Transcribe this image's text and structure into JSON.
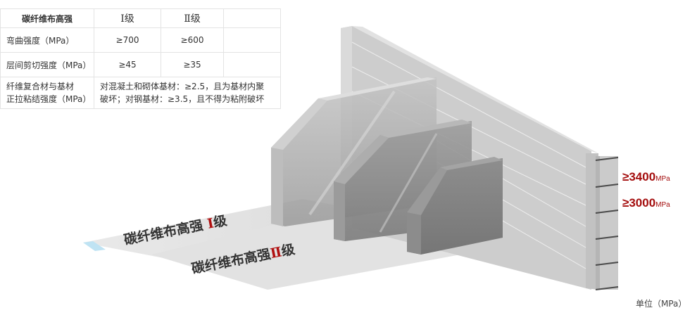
{
  "table": {
    "header": {
      "title": "碳纤维布高强",
      "grade1": "Ⅰ级",
      "grade2": "Ⅱ级",
      "extra": ""
    },
    "rows": [
      {
        "label": "弯曲强度（MPa）",
        "grade1": "≥700",
        "grade2": "≥600"
      },
      {
        "label": "层间剪切强度（MPa）",
        "grade1": "≥45",
        "grade2": "≥35"
      }
    ],
    "bond": {
      "label_line1": "纤维复合材与基材",
      "label_line2": "正拉粘结强度（MPa）",
      "value_line1": "对混凝土和砌体基材：≥2.5，且为基材内聚",
      "value_line2": "破坏；对钢基材：≥3.5，且不得为粘附破坏"
    }
  },
  "illustration": {
    "grade1_label": {
      "text": "碳纤维布高强",
      "numeral": "Ⅰ",
      "suffix": "级"
    },
    "grade2_label": {
      "text": "碳纤维布高强",
      "numeral": "Ⅱ",
      "suffix": "级"
    },
    "values": [
      {
        "value": "≥3400",
        "unit": "MPa"
      },
      {
        "value": "≥3000",
        "unit": "MPa"
      }
    ],
    "unit_note": "单位（MPa）",
    "colors": {
      "accent": "#a40d0d",
      "wall": "#cfcfcf",
      "block": "#8a8a8a"
    }
  }
}
